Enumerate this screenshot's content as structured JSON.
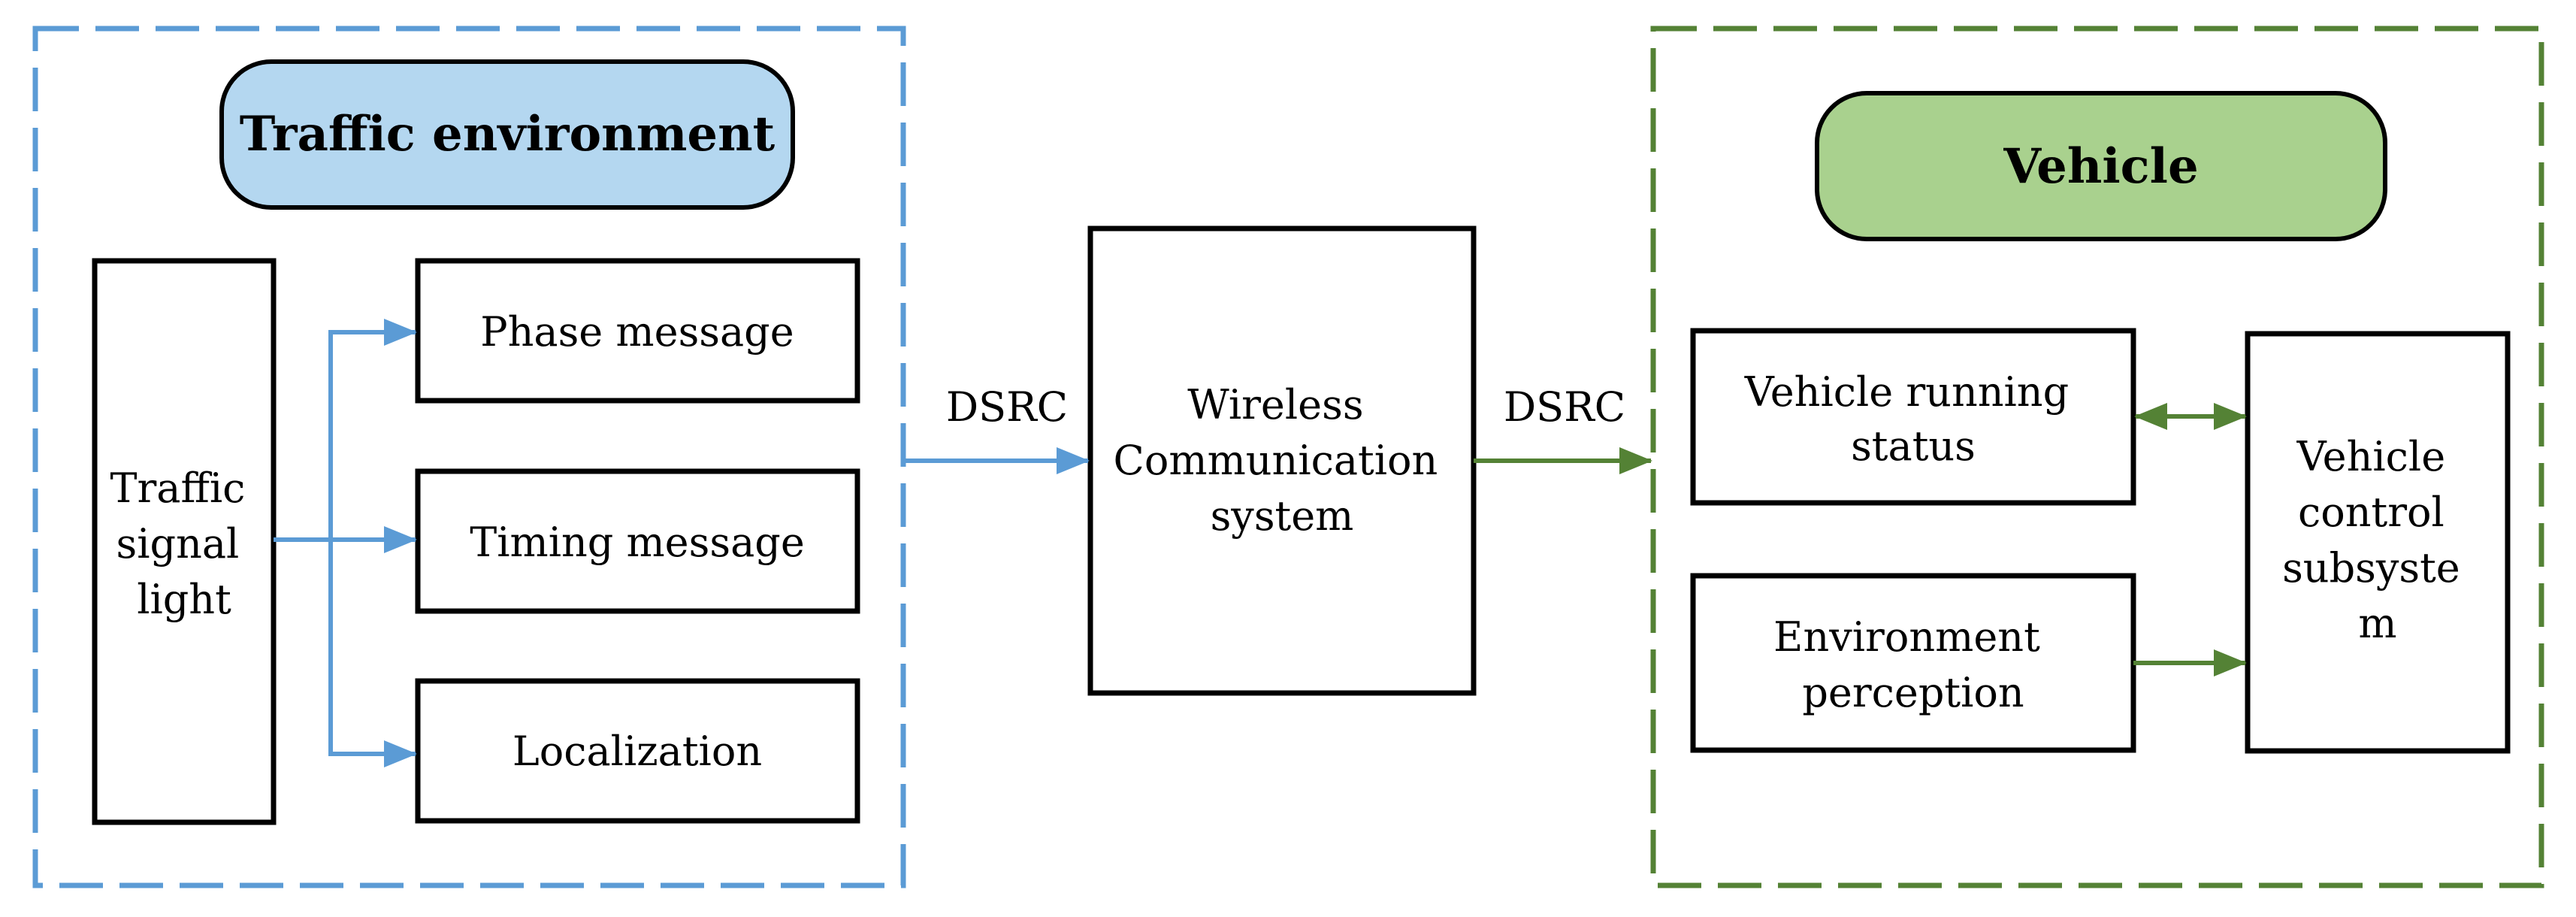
{
  "colors": {
    "blue": "#5b9bd5",
    "green": "#548235",
    "blue_fill": "#b4d7f0",
    "green_fill": "#a9d18e",
    "stroke": "#000000"
  },
  "groups": {
    "traffic_environment": {
      "title": "Traffic environment"
    },
    "vehicle": {
      "title": "Vehicle"
    }
  },
  "nodes": {
    "traffic_signal_light": [
      "Traffic",
      "signal",
      "light"
    ],
    "phase_message": [
      "Phase message"
    ],
    "timing_message": [
      "Timing message"
    ],
    "localization": [
      "Localization"
    ],
    "wireless_system": [
      "Wireless",
      "Communication",
      "system"
    ],
    "vehicle_running_status": [
      "Vehicle running",
      "status"
    ],
    "environment_perception": [
      "Environment",
      "perception"
    ],
    "vehicle_control_subsystem": [
      "Vehicle",
      "control",
      "subsyste",
      "m"
    ]
  },
  "edges": {
    "dsrc_left": "DSRC",
    "dsrc_right": "DSRC"
  }
}
